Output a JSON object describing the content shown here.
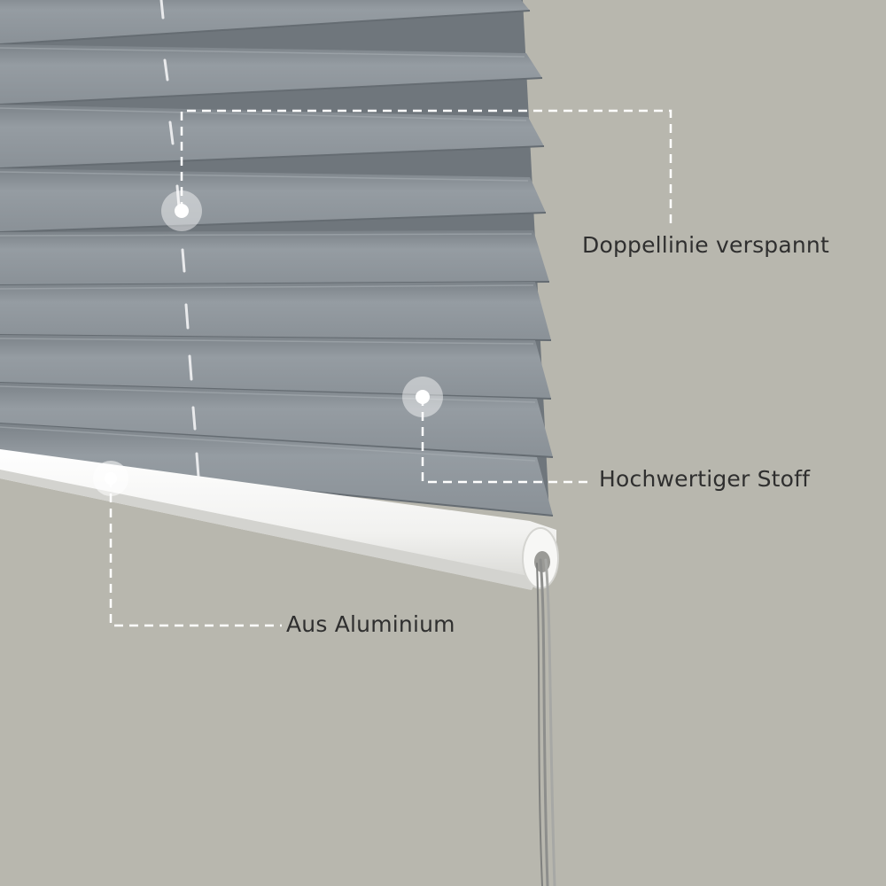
{
  "callouts": {
    "double_line": {
      "label": "Doppellinie verspannt"
    },
    "fabric": {
      "label": "Hochwertiger Stoff"
    },
    "aluminium": {
      "label": "Aus Aluminium"
    }
  },
  "colors": {
    "wall": "#b8b7ae",
    "fabric": "#8e959b",
    "fabric_shadow": "#6f767c",
    "rail": "#f4f4f2",
    "callout_line": "#ffffff",
    "label_text": "#2f2f2f"
  }
}
